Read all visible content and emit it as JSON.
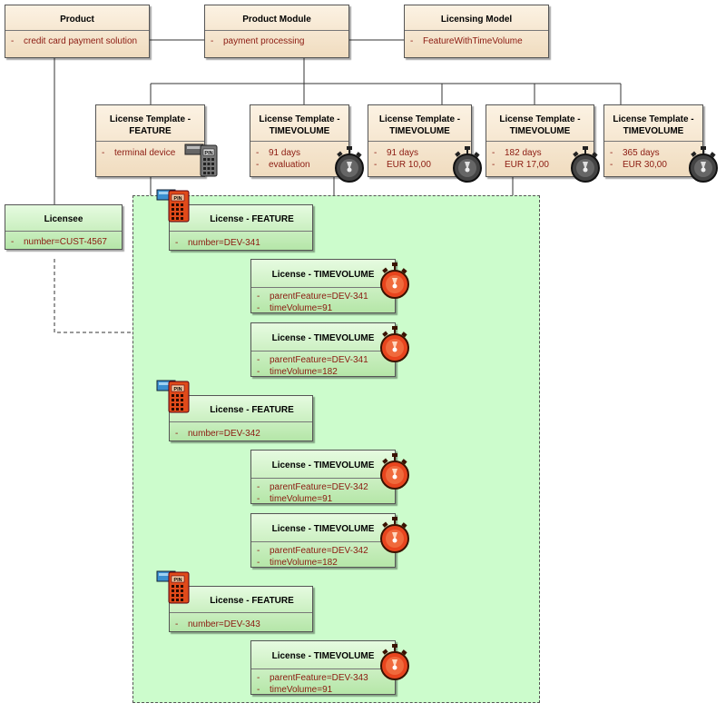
{
  "product": {
    "title": "Product",
    "attrs": [
      "credit card payment solution"
    ]
  },
  "product_module": {
    "title": "Product Module",
    "attrs": [
      "payment processing"
    ]
  },
  "licensing_model": {
    "title": "Licensing Model",
    "attrs": [
      "FeatureWithTimeVolume"
    ]
  },
  "templates": [
    {
      "title1": "License Template -",
      "title2": "FEATURE",
      "attrs": [
        "terminal device"
      ],
      "icon": "pin-terminal-icon"
    },
    {
      "title1": "License Template -",
      "title2": "TIMEVOLUME",
      "attrs": [
        "91 days",
        "evaluation"
      ],
      "icon": "stopwatch-icon"
    },
    {
      "title1": "License Template -",
      "title2": "TIMEVOLUME",
      "attrs": [
        "91 days",
        "EUR 10,00"
      ],
      "icon": "stopwatch-icon"
    },
    {
      "title1": "License Template -",
      "title2": "TIMEVOLUME",
      "attrs": [
        "182 days",
        "EUR 17,00"
      ],
      "icon": "stopwatch-icon"
    },
    {
      "title1": "License Template -",
      "title2": "TIMEVOLUME",
      "attrs": [
        "365 days",
        "EUR 30,00"
      ],
      "icon": "stopwatch-icon"
    }
  ],
  "licensee": {
    "title": "Licensee",
    "attrs": [
      "number=CUST-4567"
    ]
  },
  "features": [
    {
      "title": "License - FEATURE",
      "attrs": [
        "number=DEV-341"
      ]
    },
    {
      "title": "License - FEATURE",
      "attrs": [
        "number=DEV-342"
      ]
    },
    {
      "title": "License - FEATURE",
      "attrs": [
        "number=DEV-343"
      ]
    }
  ],
  "timevolumes": [
    {
      "title": "License - TIMEVOLUME",
      "attrs": [
        "parentFeature=DEV-341",
        "timeVolume=91"
      ]
    },
    {
      "title": "License - TIMEVOLUME",
      "attrs": [
        "parentFeature=DEV-341",
        "timeVolume=182"
      ]
    },
    {
      "title": "License - TIMEVOLUME",
      "attrs": [
        "parentFeature=DEV-342",
        "timeVolume=91"
      ]
    },
    {
      "title": "License - TIMEVOLUME",
      "attrs": [
        "parentFeature=DEV-342",
        "timeVolume=182"
      ]
    },
    {
      "title": "License - TIMEVOLUME",
      "attrs": [
        "parentFeature=DEV-343",
        "timeVolume=91"
      ]
    }
  ],
  "colors": {
    "template_fill": "#f5e6d0",
    "license_fill": "#c8f0bc",
    "group_fill": "#ccfccc",
    "attr_text": "#8b1a10",
    "stopwatch_active": "#e8451e",
    "stopwatch_template": "#333333"
  }
}
